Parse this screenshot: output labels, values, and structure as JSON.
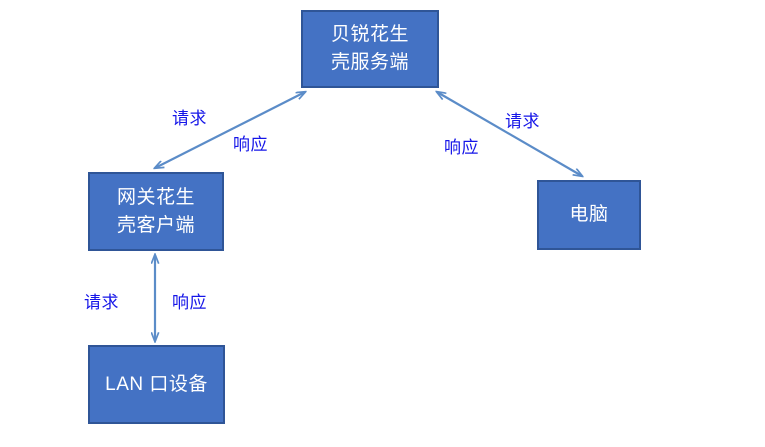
{
  "diagram": {
    "type": "flow-diagram",
    "background_color": "#ffffff",
    "node_fill_color": "#4472C4",
    "node_border_color": "#2F5597",
    "node_text_color": "#ffffff",
    "arrow_color": "#5B8CC8",
    "label_text_color": "#1515E8",
    "nodes": [
      {
        "id": "server",
        "label": "贝锐花生\n壳服务端"
      },
      {
        "id": "gateway",
        "label": "网关花生\n壳客户端"
      },
      {
        "id": "computer",
        "label": "电脑"
      },
      {
        "id": "lan",
        "label": "LAN 口设备"
      }
    ],
    "edges": [
      {
        "id": "gateway-server",
        "from": "gateway",
        "to": "server",
        "bidirectional": true,
        "request_label": "请求",
        "response_label": "响应"
      },
      {
        "id": "server-computer",
        "from": "server",
        "to": "computer",
        "bidirectional": true,
        "request_label": "请求",
        "response_label": "响应"
      },
      {
        "id": "lan-gateway",
        "from": "lan",
        "to": "gateway",
        "bidirectional": true,
        "request_label": "请求",
        "response_label": "响应"
      }
    ]
  }
}
